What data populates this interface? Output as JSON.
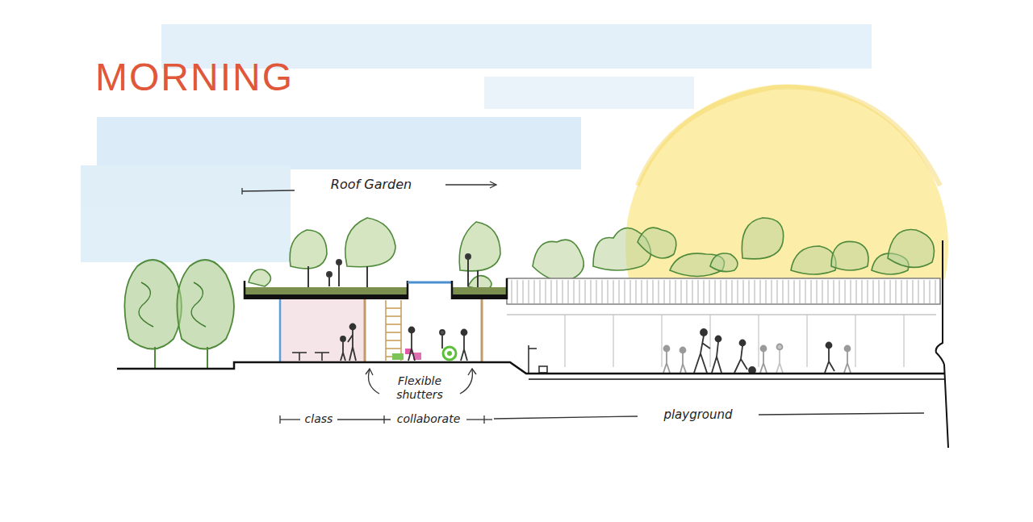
{
  "diagram": {
    "title": "MORNING",
    "labels": [
      "Roof Garden",
      "Flexible shutters",
      "class",
      "collaborate",
      "playground"
    ]
  }
}
